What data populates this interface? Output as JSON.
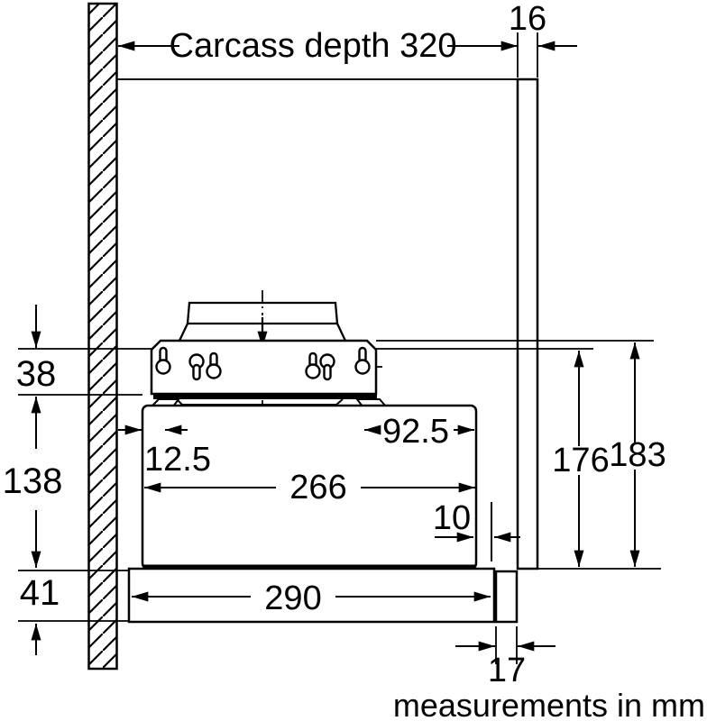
{
  "diagram": {
    "kind": "cooker-hood installation drawing, side section",
    "note": "measurements in mm",
    "colors": {
      "ink": "#000000",
      "paper": "#ffffff"
    }
  },
  "labels": {
    "carcass_depth": "Carcass depth 320",
    "panel_thickness": "16",
    "bracket_drop": "38",
    "body_height": "138",
    "visor_height": "41",
    "keyhole_rear_offset": "12.5",
    "keyhole_front_offset": "92.5",
    "body_depth": "266",
    "front_gap": "10",
    "visor_depth": "290",
    "door_rail_width": "17",
    "height_inner": "176",
    "height_outer": "183",
    "units_note": "measurements in mm"
  }
}
